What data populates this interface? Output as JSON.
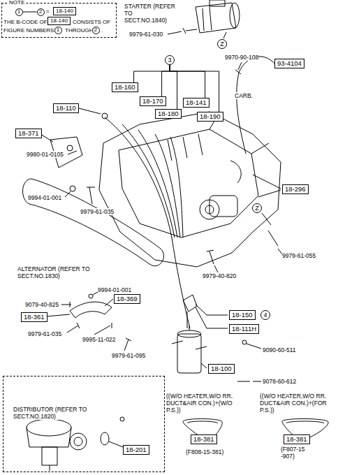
{
  "diagram": {
    "nodes": [
      {
        "text": [
          "NOTE"
        ]
      },
      {
        "text": [
          "1"
        ],
        "in": 0
      },
      {
        "text": [
          "2"
        ],
        "in": 0
      },
      {
        "text": [
          "18-140"
        ],
        "in": 0
      },
      {
        "text": [
          "18-140"
        ],
        "in": 0
      },
      {
        "text": [
          "1"
        ],
        "in": 0
      },
      {
        "text": [
          "2"
        ],
        "in": 0
      },
      {
        "text": [
          "Z"
        ]
      },
      {
        "text": [
          "3"
        ]
      },
      {
        "text": [
          "18-160"
        ]
      },
      {
        "text": [
          "18-170"
        ]
      },
      {
        "text": [
          "18-180"
        ]
      },
      {
        "text": [
          "18-141"
        ]
      },
      {
        "text": [
          "18-190"
        ]
      },
      {
        "text": [
          "93-4104"
        ]
      },
      {
        "text": [
          "18-110"
        ]
      },
      {
        "text": [
          "18-371"
        ]
      },
      {
        "text": [
          "18-296"
        ]
      },
      {
        "text": [
          "Z"
        ]
      },
      {
        "text": [
          "18-369"
        ]
      },
      {
        "text": [
          "18-361"
        ]
      },
      {
        "text": [
          "18-150"
        ]
      },
      {
        "text": [
          "4"
        ]
      },
      {
        "text": [
          "18-111H"
        ]
      },
      {
        "text": [
          "18-100"
        ]
      },
      {
        "text": [
          "DISTRIBUTOR (REFER TO SECT.NO.1820)"
        ]
      },
      {
        "text": [
          "18-201"
        ],
        "in": 25
      },
      {
        "text": [
          "18-381"
        ]
      },
      {
        "text": [
          "18-381"
        ]
      }
    ],
    "edges": [
      {
        "from": 1,
        "to": 2,
        "arrow": "none"
      },
      {
        "from": 8,
        "to": 9,
        "arrow": "none"
      },
      {
        "from": 8,
        "to": 10,
        "arrow": "none"
      },
      {
        "from": 8,
        "to": 11,
        "arrow": "none"
      },
      {
        "from": 8,
        "to": 12,
        "arrow": "none"
      },
      {
        "from": 8,
        "to": 13,
        "arrow": "none"
      }
    ],
    "labels": [
      "STARTER (REFER TO SECT.NO.1840)",
      "9979-61-030",
      "9970-90-108",
      "CARB.",
      "9980-01-0105",
      "9994-01-001",
      "9979-61-035",
      "9979-61-055",
      "9979-40-820",
      "ALTERNATOR (REFER TO SECT.NO.1830)",
      "9994-01-001",
      "9079-40-825",
      "9979-61-035",
      "9995-11-022",
      "9979-61-095",
      "9090-60-511",
      "9078-60-612",
      "((W/O HEATER,W/O RR. DUCT&AIR CON.)+(W/O P.S.))",
      "((W/O HEATER,W/O RR. DUCT&AIR CON.)+(FOR P.S.))",
      "(F808-15-381)",
      "(F807-15 -907)",
      "=",
      "THE B-CODE OF",
      "CONSISTS OF",
      "FIGURE NUMBERS",
      "THROUGH",
      "."
    ]
  }
}
